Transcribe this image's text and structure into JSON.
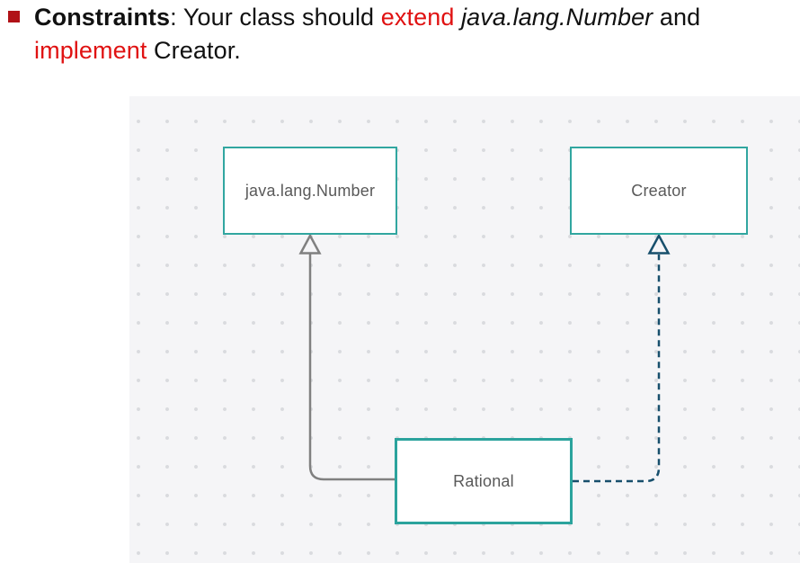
{
  "slide": {
    "bullet": {
      "segments": [
        {
          "text": "Constraints",
          "style": "bold"
        },
        {
          "text": ": Your class should ",
          "style": "normal"
        },
        {
          "text": "extend ",
          "style": "red"
        },
        {
          "text": "java.lang.Number",
          "style": "italic"
        },
        {
          "text": " and ",
          "style": "normal"
        },
        {
          "text": "implement",
          "style": "red"
        },
        {
          "text": " Creator.",
          "style": "normal"
        }
      ]
    }
  },
  "diagram": {
    "type": "uml-class-diagram",
    "nodes": [
      {
        "id": "number",
        "label": "java.lang.Number"
      },
      {
        "id": "creator",
        "label": "Creator"
      },
      {
        "id": "rational",
        "label": "Rational"
      }
    ],
    "edges": [
      {
        "from": "Rational",
        "to": "java.lang.Number",
        "relation": "extends",
        "line": "solid",
        "arrow": "hollow-triangle"
      },
      {
        "from": "Rational",
        "to": "Creator",
        "relation": "implements",
        "line": "dashed",
        "arrow": "hollow-triangle"
      }
    ]
  },
  "colors": {
    "bullet_square": "#b11217",
    "emphasis_red": "#e01212",
    "body_text": "#111111",
    "panel_background": "#f5f5f7",
    "grid_dot": "#d9dade",
    "box_border_teal": "#31a6a0",
    "box_label_gray": "#595959",
    "extends_line_gray": "#808080",
    "implements_line_navy": "#174f6c"
  }
}
